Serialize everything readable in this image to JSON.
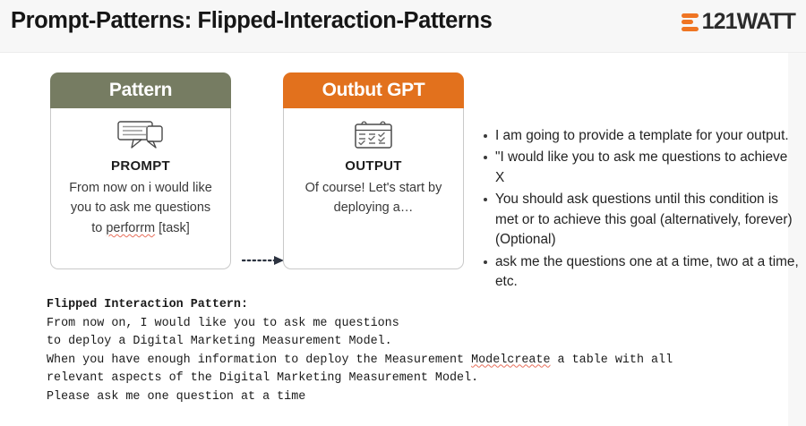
{
  "header": {
    "title": "Prompt-Patterns: Flipped-Interaction-Patterns",
    "logo_text": "121WATT",
    "logo_icon": "three-bars-icon"
  },
  "colors": {
    "pattern_header_bg": "#767c62",
    "output_header_bg": "#e2711d",
    "logo_orange": "#ef7523",
    "page_bg": "#f7f7f7",
    "body_bg": "#ffffff",
    "spellcheck_underline": "#e8705c"
  },
  "cards": [
    {
      "header": "Pattern",
      "icon": "speech-bubble-icon",
      "label": "PROMPT",
      "text_before": "From now on i would like you to ask me questions to ",
      "text_typo": "perforrm",
      "text_after": " [task]"
    },
    {
      "header": "Outbut GPT",
      "icon": "checklist-calendar-icon",
      "label": "OUTPUT",
      "text": "Of course! Let's start by deploying a…"
    }
  ],
  "connector": {
    "icon": "dotted-arrow-right-icon"
  },
  "bullets": [
    "I am going to provide a template for your output.",
    "\"I would like you to ask me questions to achieve X",
    "You should ask questions until this condition is met or to achieve this goal (alternatively, forever) (Optional)",
    "ask me the questions one at a time, two at a time, etc."
  ],
  "code": {
    "title": "Flipped Interaction Pattern:",
    "line1": "From now on, I would like you to ask me questions",
    "line2": "to deploy a Digital Marketing Measurement Model.",
    "line3_a": "When you have enough information to deploy the Measurement ",
    "line3_typo": "Modelcreate",
    "line3_b": " a table with all",
    "line4": "relevant aspects of the Digital Marketing Measurement Model.",
    "line5": "Please ask me one question at a time"
  }
}
